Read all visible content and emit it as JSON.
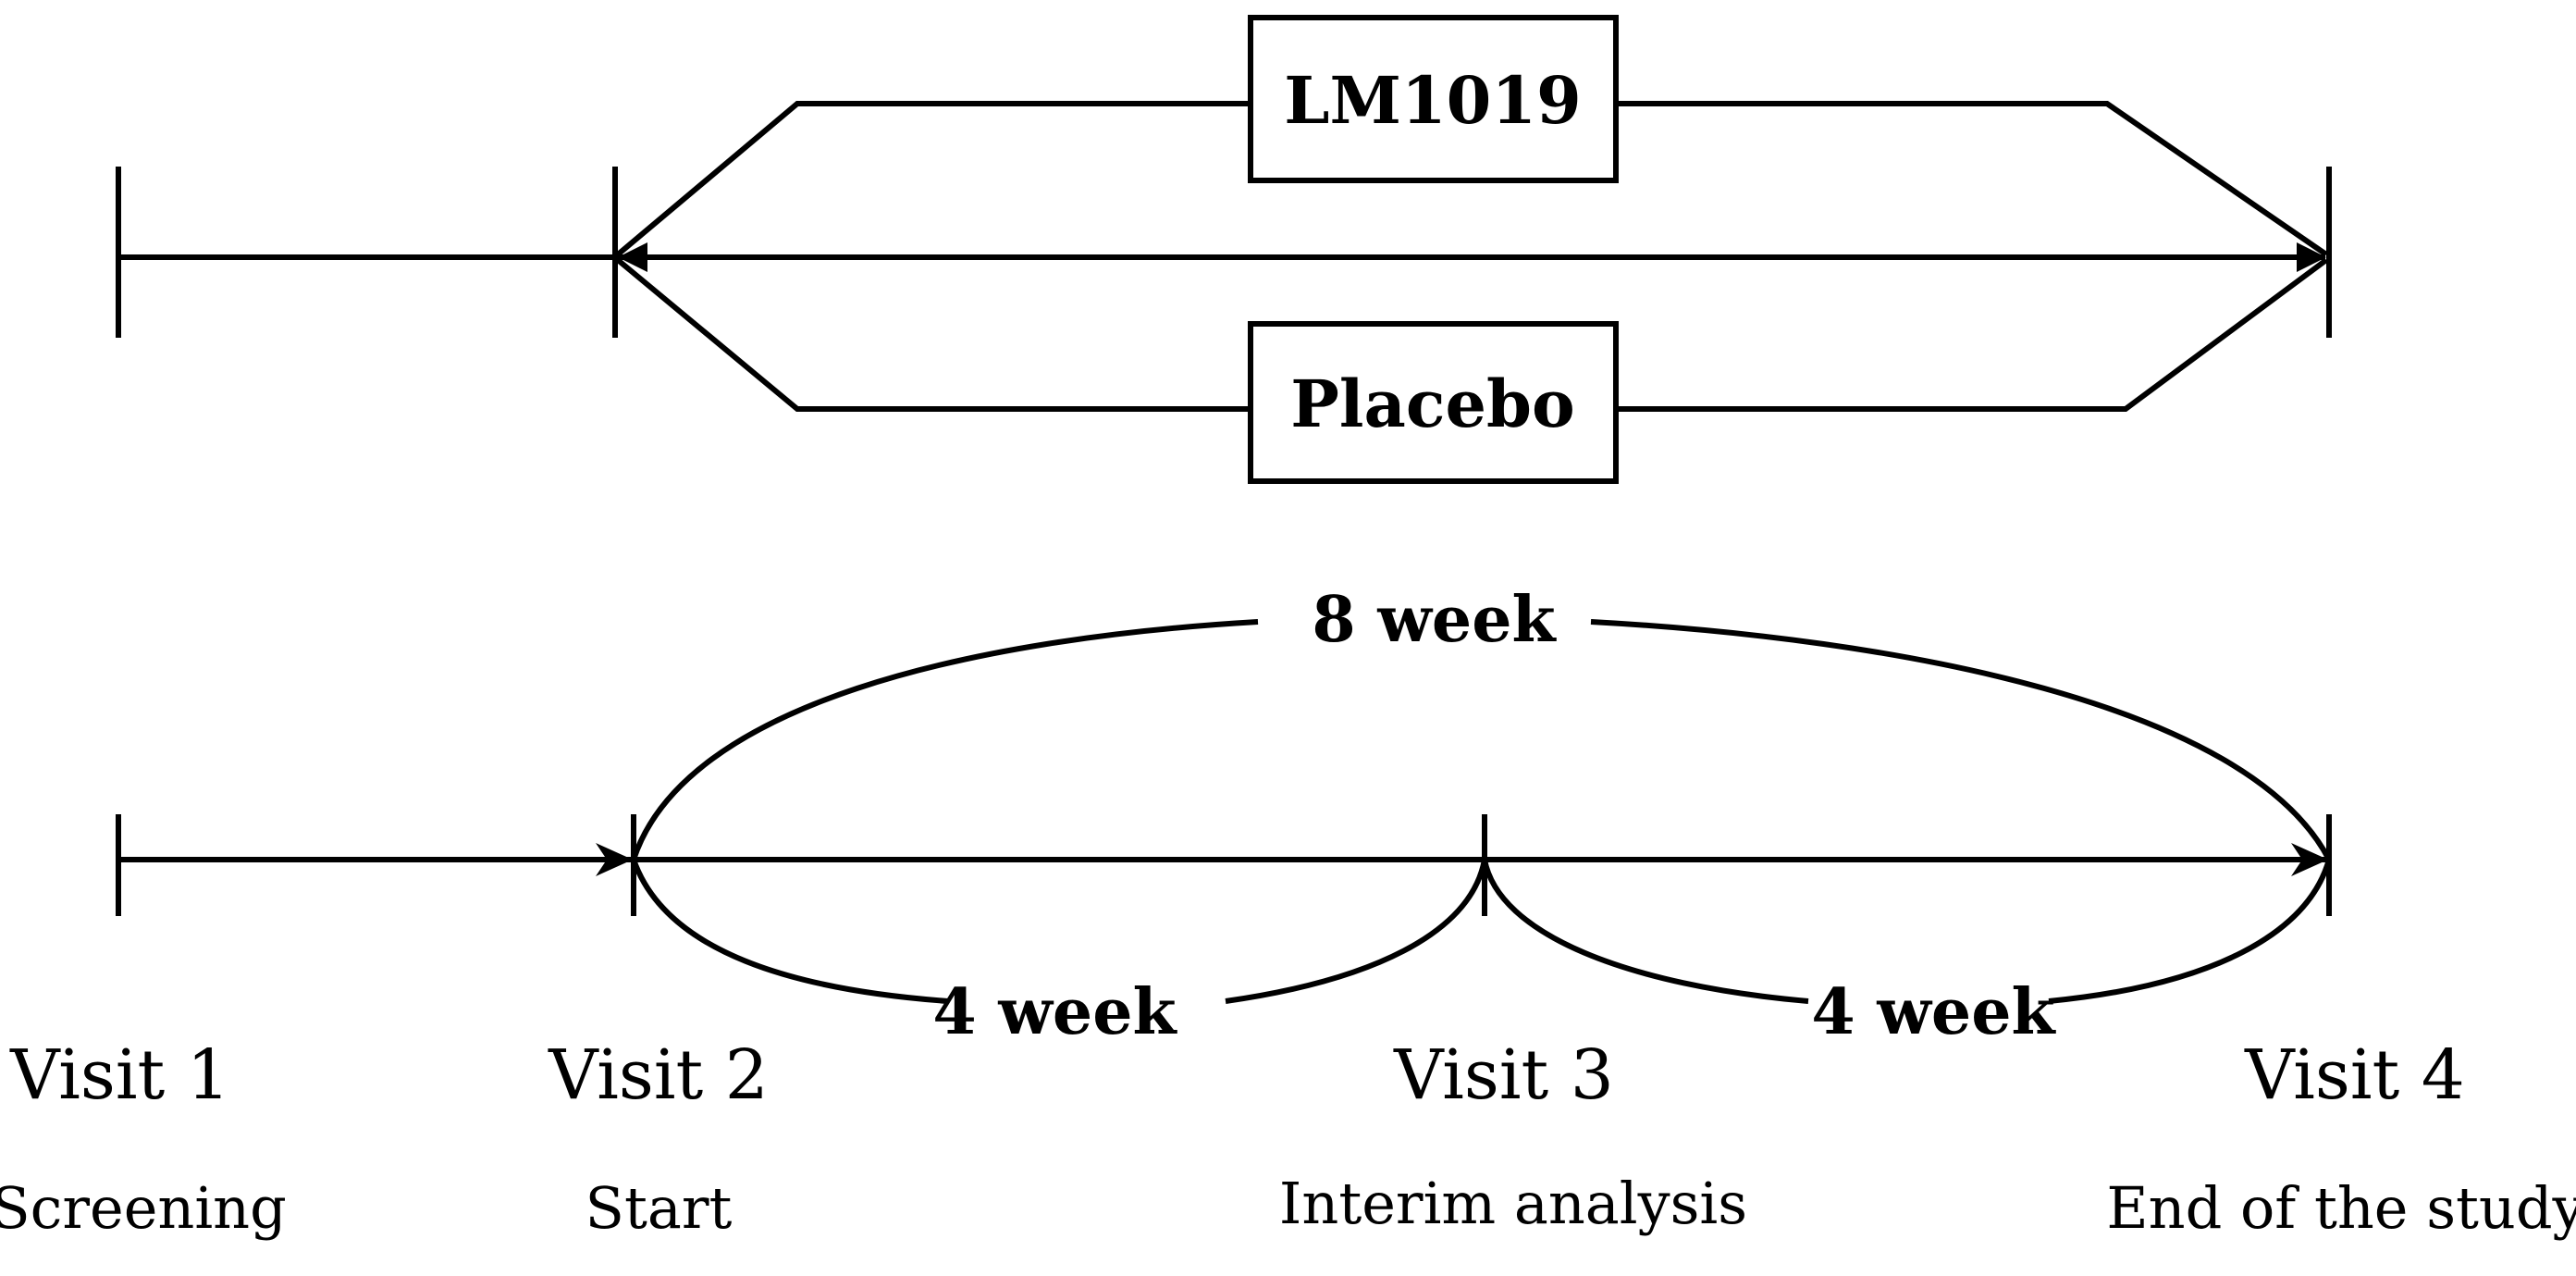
{
  "arms": {
    "treatment": "LM1019",
    "control": "Placebo"
  },
  "durations": {
    "total": "8 week",
    "first_half": "4 week",
    "second_half": "4 week"
  },
  "visits": [
    {
      "label": "Visit 1",
      "description": "Screening"
    },
    {
      "label": "Visit 2",
      "description": "Start"
    },
    {
      "label": "Visit 3",
      "description": "Interim analysis"
    },
    {
      "label": "Visit 4",
      "description": "End of the study"
    }
  ]
}
